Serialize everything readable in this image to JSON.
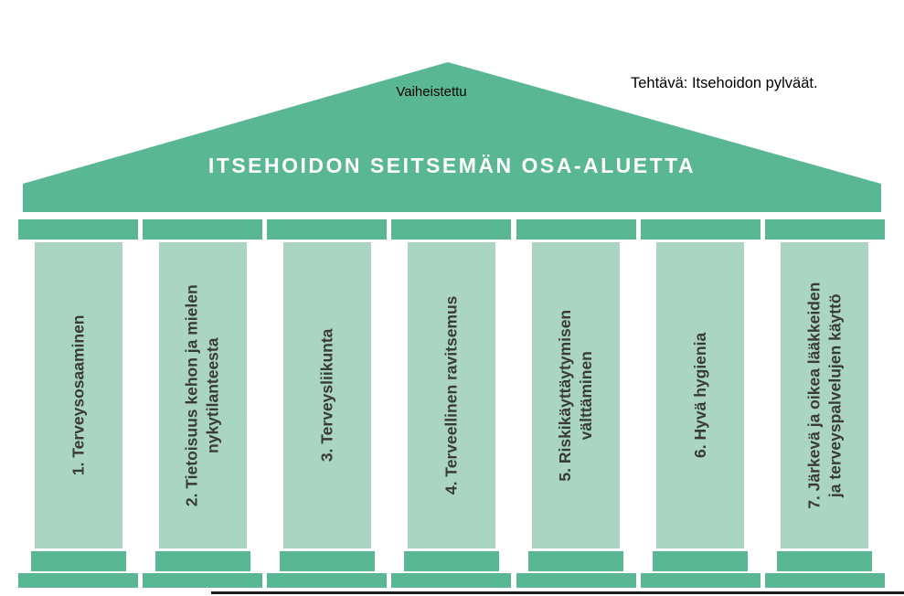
{
  "colors": {
    "teal": "#59b794",
    "shaft": "#a9d5c2",
    "text_dark": "#3a3a3a"
  },
  "annotations": {
    "phase_label": "Vaiheistettu",
    "task_label": "Tehtävä: Itsehoidon pylväät."
  },
  "pediment": {
    "title": "ITSEHOIDON SEITSEMÄN OSA-ALUETTA"
  },
  "pillars": [
    {
      "label": "1. Terveysosaaminen"
    },
    {
      "label": "2. Tietoisuus kehon ja mielen\nnykytilanteesta"
    },
    {
      "label": "3. Terveysliikunta"
    },
    {
      "label": "4. Terveellinen ravitsemus"
    },
    {
      "label": "5. Riskikäyttäytymisen\nvälttäminen"
    },
    {
      "label": "6. Hyvä hygienia"
    },
    {
      "label": "7. Järkevä ja oikea lääkkeiden\nja terveyspalvelujen käyttö"
    }
  ]
}
